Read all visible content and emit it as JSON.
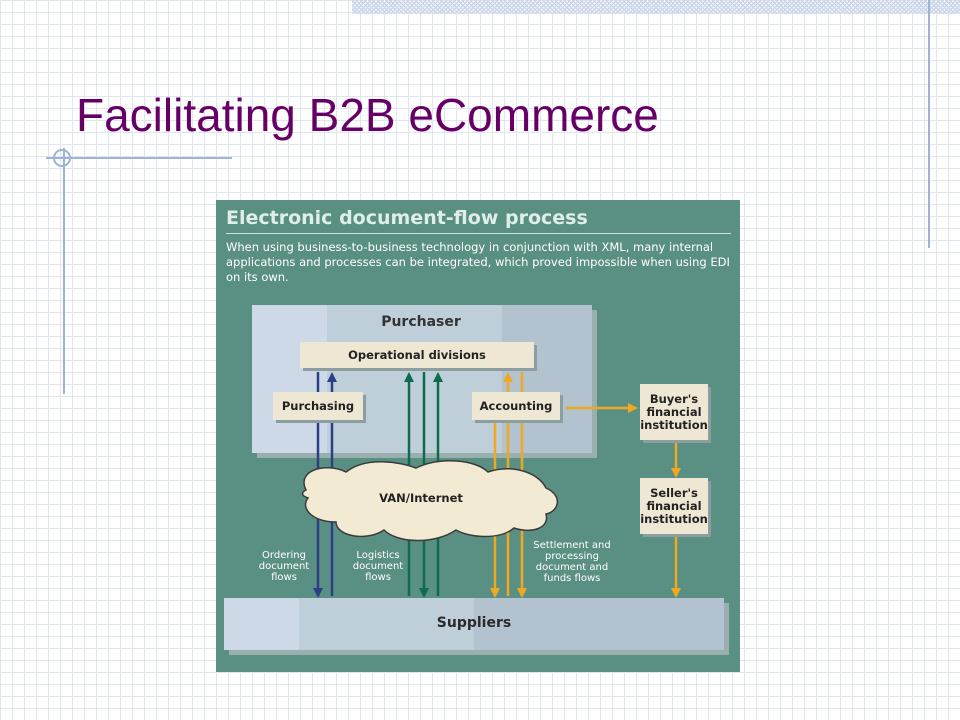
{
  "slide": {
    "title": "Facilitating B2B eCommerce"
  },
  "figure": {
    "heading": "Electronic document-flow process",
    "intro": "When using business-to-business technology in conjunction with XML, many internal applications and processes can be integrated, which proved impossible when using EDI on its own.",
    "purchaser": "Purchaser",
    "operational_divisions": "Operational divisions",
    "purchasing": "Purchasing",
    "accounting": "Accounting",
    "buyers_institution": "Buyer's financial institution",
    "sellers_institution": "Seller's financial institution",
    "network": "VAN/Internet",
    "ordering_flows": "Ordering document flows",
    "logistics_flows": "Logistics document flows",
    "settlement_flows": "Settlement and processing document and funds flows",
    "suppliers": "Suppliers",
    "colors": {
      "ordering": "#2c3f86",
      "logistics": "#0f6a52",
      "settlement": "#f0a820"
    }
  }
}
